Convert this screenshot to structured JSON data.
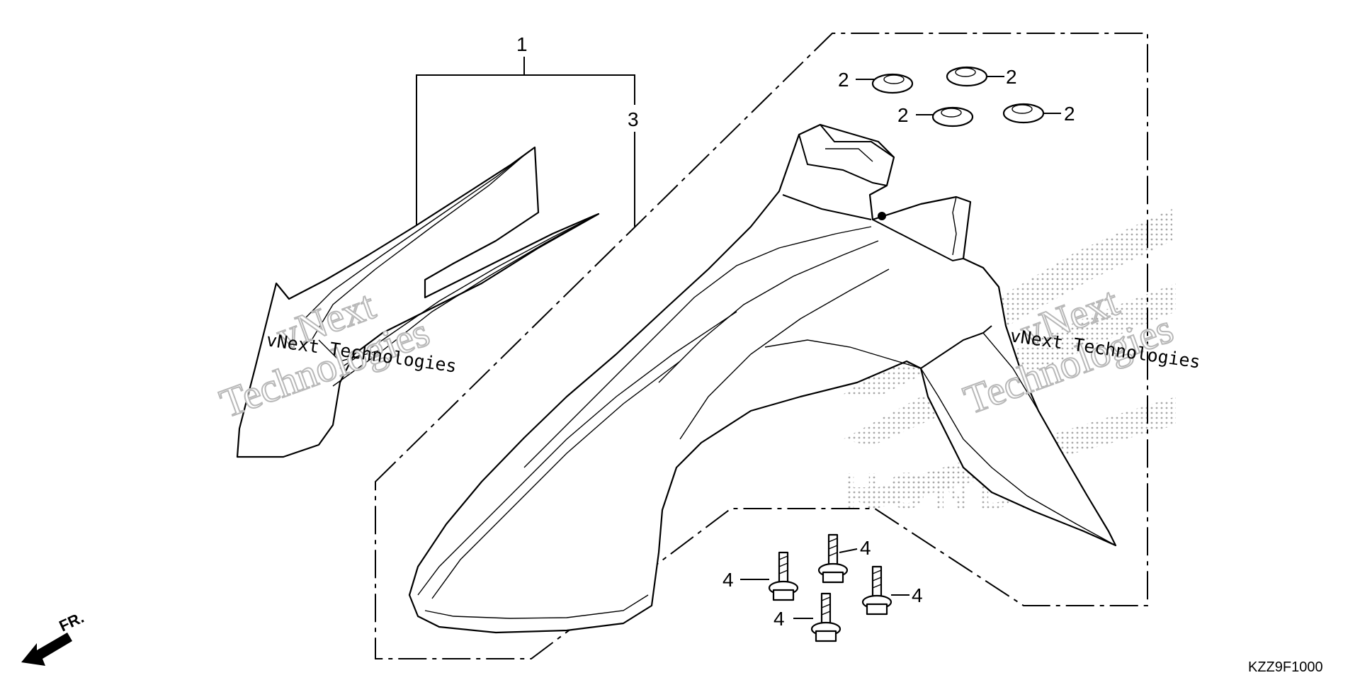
{
  "callouts": {
    "c1": "1",
    "c3": "3",
    "c2a": "2",
    "c2b": "2",
    "c2c": "2",
    "c2d": "2",
    "c4a": "4",
    "c4b": "4",
    "c4c": "4",
    "c4d": "4"
  },
  "watermark": {
    "line1": "vNext",
    "line2": "Technologies",
    "caption": "vNext Technologies",
    "brand": "HONDA"
  },
  "direction_label": "FR.",
  "diagram_code": "KZZ9F1000",
  "colors": {
    "ink": "#000000",
    "watermark_gray": "#b8b8b8",
    "paper": "#ffffff"
  }
}
